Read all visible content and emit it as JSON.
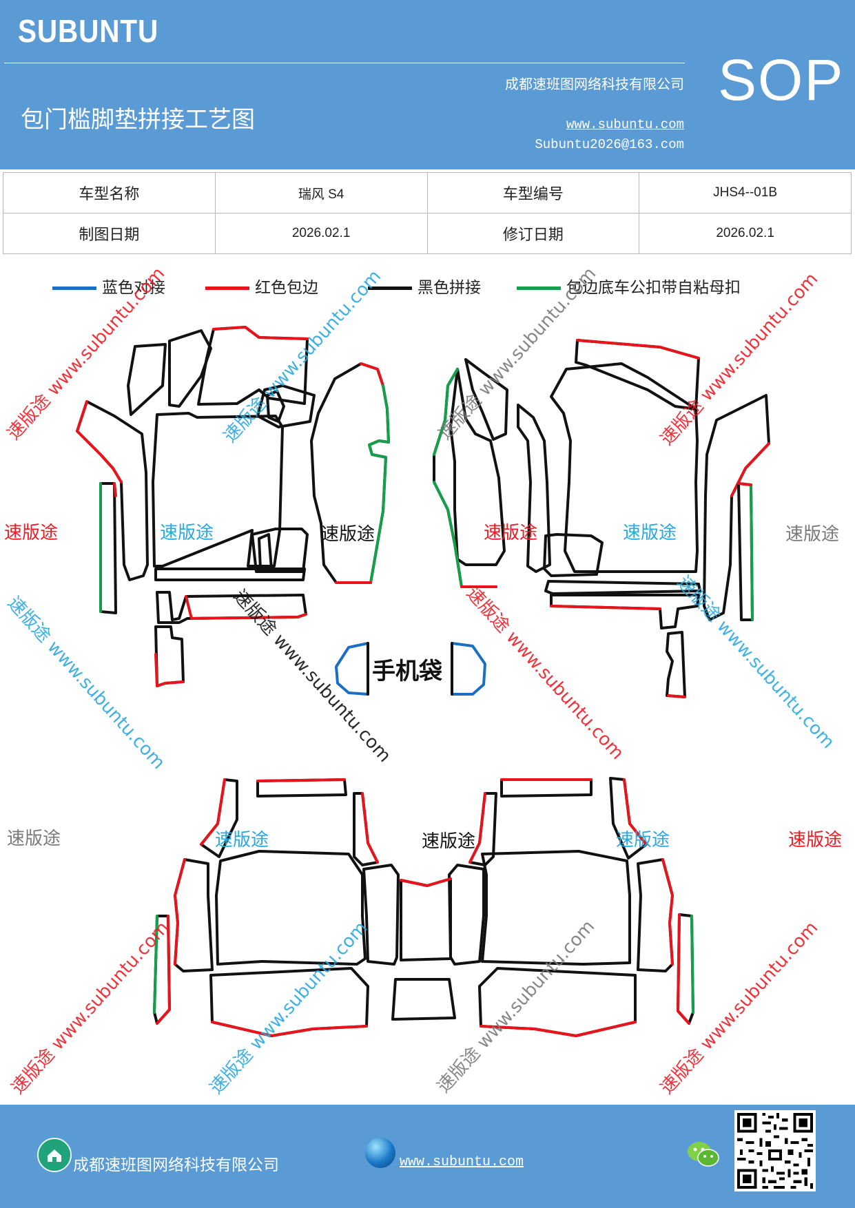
{
  "header": {
    "brand": "SUBUNTU",
    "company": "成都速班图网络科技有限公司",
    "title": "包门槛脚垫拼接工艺图",
    "website": "www.subuntu.com",
    "email": "Subuntu2026@163.com",
    "badge": "SOP"
  },
  "info_table": {
    "model_name_label": "车型名称",
    "model_name_value": "瑞风 S4",
    "model_code_label": "车型编号",
    "model_code_value": "JHS4--01B",
    "draw_date_label": "制图日期",
    "draw_date_value": "2026.02.1",
    "revise_date_label": "修订日期",
    "revise_date_value": "2026.02.1"
  },
  "legend": [
    {
      "label": "蓝色对接",
      "color": "#1a6fc4"
    },
    {
      "label": "红色包边",
      "color": "#e8141b"
    },
    {
      "label": "黑色拼接",
      "color": "#111111"
    },
    {
      "label": "包边底车公扣带自粘母扣",
      "color": "#14a04a"
    }
  ],
  "diagram": {
    "phone_bag_label": "手机袋",
    "watermark_brand": "速版途",
    "watermark_url": "www.subuntu.com",
    "watermark_combo": "速版途 www.subuntu.com",
    "colors": {
      "outline": "#111111",
      "edge": "#e8141b",
      "velcro": "#14a04a",
      "join": "#1a6fc4",
      "wm_red": "#ee1c25",
      "wm_blue": "#29a8e0",
      "wm_gray": "#7a7a7a"
    }
  },
  "footer": {
    "company": "成都速班图网络科技有限公司",
    "website": "www.subuntu.com",
    "icons": [
      "home-icon",
      "globe-icon",
      "wechat-icon",
      "qr-code"
    ]
  }
}
